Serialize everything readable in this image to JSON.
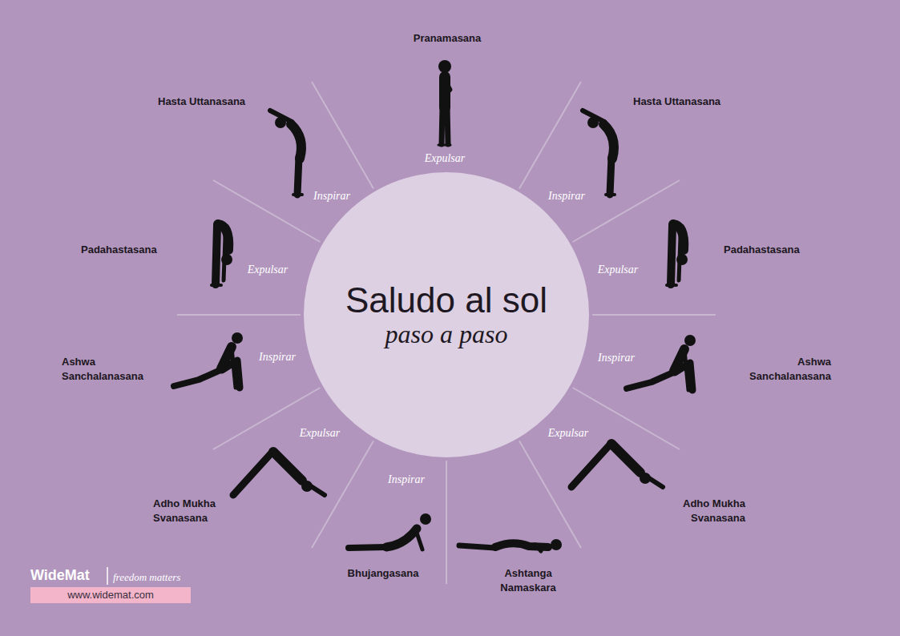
{
  "diagram": {
    "nodes": [
      {
        "text": [
          "Saludo al sol",
          "paso a paso"
        ]
      },
      {
        "text": [
          "www.widemat.com"
        ]
      }
    ],
    "labels": [
      "Pranamasana",
      "Hasta Uttanasana",
      "Hasta Uttanasana",
      "Expulsar",
      "Inspirar",
      "Inspirar",
      "Padahastasana",
      "Expulsar",
      "Expulsar",
      "Padahastasana",
      "Ashwa Sanchalanasana",
      "Inspirar",
      "Inspirar",
      "Ashwa Sanchalanasana",
      "Expulsar",
      "Expulsar",
      "Inspirar",
      "Adho Mukha Svanasana",
      "Adho Mukha Svanasana",
      "Bhujangasana",
      "Ashtanga Namaskara",
      "WideMat",
      "freedom matters"
    ]
  }
}
